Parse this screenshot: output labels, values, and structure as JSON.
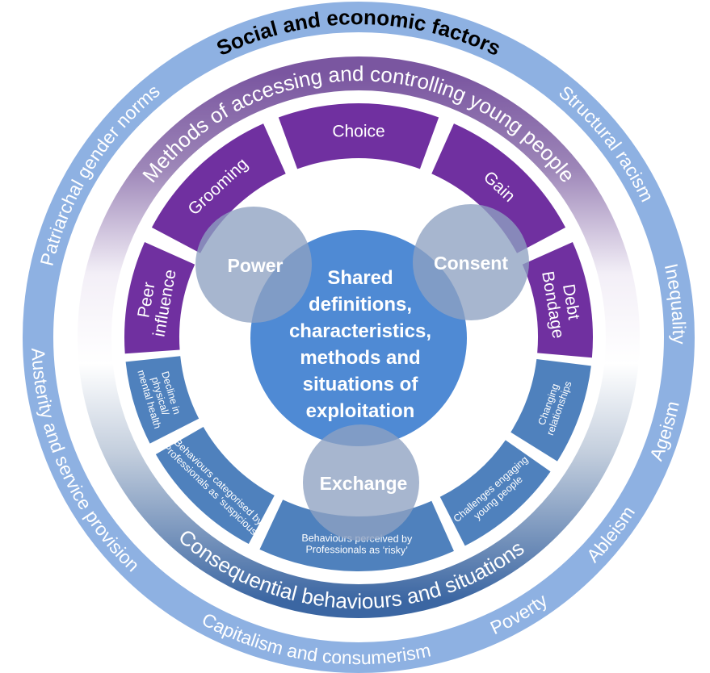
{
  "outer_ring": {
    "title": "Social and economic factors",
    "factors": [
      {
        "label": "Structural racism",
        "angle": 52
      },
      {
        "label": "Inequality",
        "angle": 84
      },
      {
        "label": "Ageism",
        "angle": 107
      },
      {
        "label": "Ableism",
        "angle": 128
      },
      {
        "label": "Poverty",
        "angle": 150
      },
      {
        "label": "Capitalism and consumerism",
        "angle": 188
      },
      {
        "label": "Austerity and service provision",
        "angle": 246
      },
      {
        "label": "Patriarchal gender norms",
        "angle": 302
      }
    ],
    "color": "#8eb1e2"
  },
  "middle_band": {
    "top_label": "Methods of accessing and controlling young people",
    "bottom_label": "Consequential behaviours and situations"
  },
  "methods": {
    "color": "#7030a0",
    "items": [
      {
        "lines": [
          "Peer",
          "influence"
        ],
        "from": 266,
        "to": 294
      },
      {
        "lines": [
          "Grooming"
        ],
        "from": 298,
        "to": 336
      },
      {
        "lines": [
          "Choice"
        ],
        "from": 340,
        "to": 380
      },
      {
        "lines": [
          "Gain"
        ],
        "from": 24,
        "to": 62
      },
      {
        "lines": [
          "Debt",
          "Bondage"
        ],
        "from": 66,
        "to": 95
      }
    ]
  },
  "consequences": {
    "color": "#4f81bd",
    "items": [
      {
        "lines": [
          "Changing",
          "relationships"
        ],
        "from": 97,
        "to": 122
      },
      {
        "lines": [
          "Challenges engaging",
          "young people"
        ],
        "from": 125,
        "to": 153
      },
      {
        "lines": [
          "Behaviours perceived by",
          "Professionals as ‘risky’"
        ],
        "from": 156,
        "to": 205
      },
      {
        "lines": [
          "Behaviours categorised by",
          "Professionals as ‘suspicious’"
        ],
        "from": 208,
        "to": 240
      },
      {
        "lines": [
          "Decline in",
          "physical/",
          "mental health"
        ],
        "from": 243,
        "to": 264
      }
    ]
  },
  "center": {
    "lines": [
      "Shared",
      "definitions,",
      "characteristics,",
      "methods and",
      "situations of",
      "exploitation"
    ],
    "color": "#4f8ad4"
  },
  "concepts": [
    {
      "label": "Power"
    },
    {
      "label": "Consent"
    },
    {
      "label": "Exchange"
    }
  ]
}
